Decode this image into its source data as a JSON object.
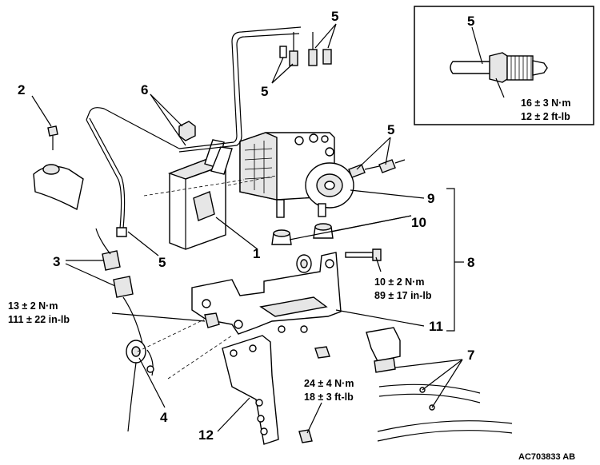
{
  "callouts": {
    "c1": "1",
    "c2": "2",
    "c3": "3",
    "c4": "4",
    "c5_top": "5",
    "c5_mid": "5",
    "c5_right": "5",
    "c5_hose": "5",
    "c5_inset": "5",
    "c6": "6",
    "c7": "7",
    "c8": "8",
    "c9": "9",
    "c10": "10",
    "c11": "11",
    "c12": "12"
  },
  "torques": {
    "inset": {
      "metric": "16 ± 3 N·m",
      "imperial": "12 ± 2 ft-lb"
    },
    "bracket_bolt": {
      "metric": "10 ± 2 N·m",
      "imperial": "89 ± 17 in-lb"
    },
    "nut_left": {
      "metric": "13 ± 2 N·m",
      "imperial": "111 ± 22 in-lb"
    },
    "bottom_bolt": {
      "metric": "24 ± 4 N·m",
      "imperial": "18 ± 3 ft-lb"
    }
  },
  "figure_code": "AC703833 AB"
}
